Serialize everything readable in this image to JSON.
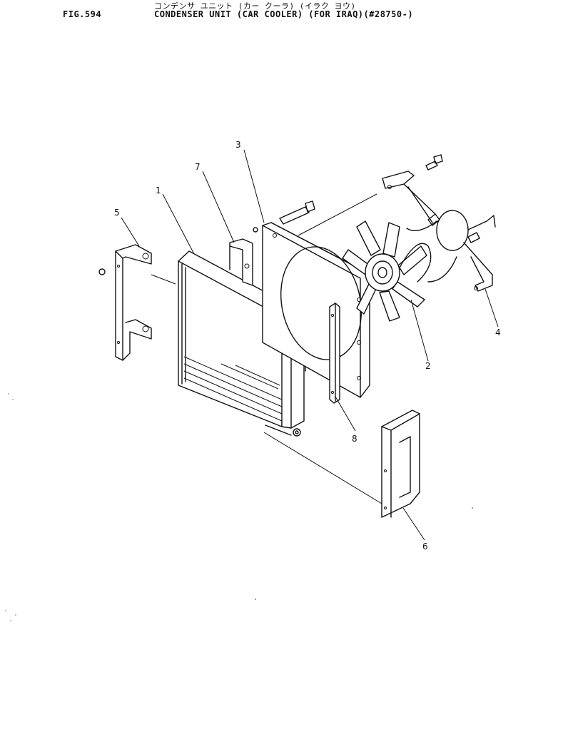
{
  "header": {
    "fig_label": "FIG.594",
    "title_kana": "コンデンサ ユニット (カー クーラ) (イラク ヨウ)",
    "title_main": "CONDENSER UNIT (CAR COOLER) (FOR IRAQ)(#28750-)"
  },
  "callouts": [
    "1",
    "2",
    "3",
    "4",
    "5",
    "6",
    "7",
    "8"
  ]
}
